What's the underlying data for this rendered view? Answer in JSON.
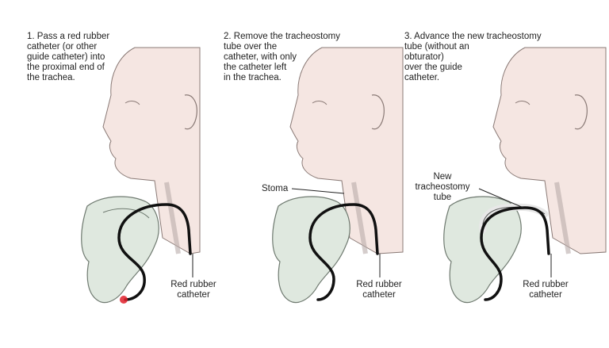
{
  "steps": [
    {
      "text": "1. Pass a red rubber\n    catheter (or other\n    guide catheter) into\n    the proximal end of\n    the trachea.",
      "labels": {
        "catheter": "Red rubber\ncatheter"
      }
    },
    {
      "text": "2. Remove the tracheostomy\n    tube over the\n    catheter, with only\n    the catheter left\n    in the trachea.",
      "labels": {
        "stoma": "Stoma",
        "catheter": "Red rubber\ncatheter"
      }
    },
    {
      "text": "3. Advance the new tracheostomy\n    tube (without an\n    obturator)\n    over the guide\n    catheter.",
      "labels": {
        "tube": "New\ntracheostomy\ntube",
        "catheter": "Red rubber\ncatheter"
      }
    }
  ],
  "colors": {
    "skin": "#f5e6e2",
    "skin_line": "#8a7a76",
    "glove": "#dfe8df",
    "glove_line": "#6f7a70",
    "catheter": "#111111",
    "tube": "#e8e8e8",
    "marker": "#e0202a"
  }
}
